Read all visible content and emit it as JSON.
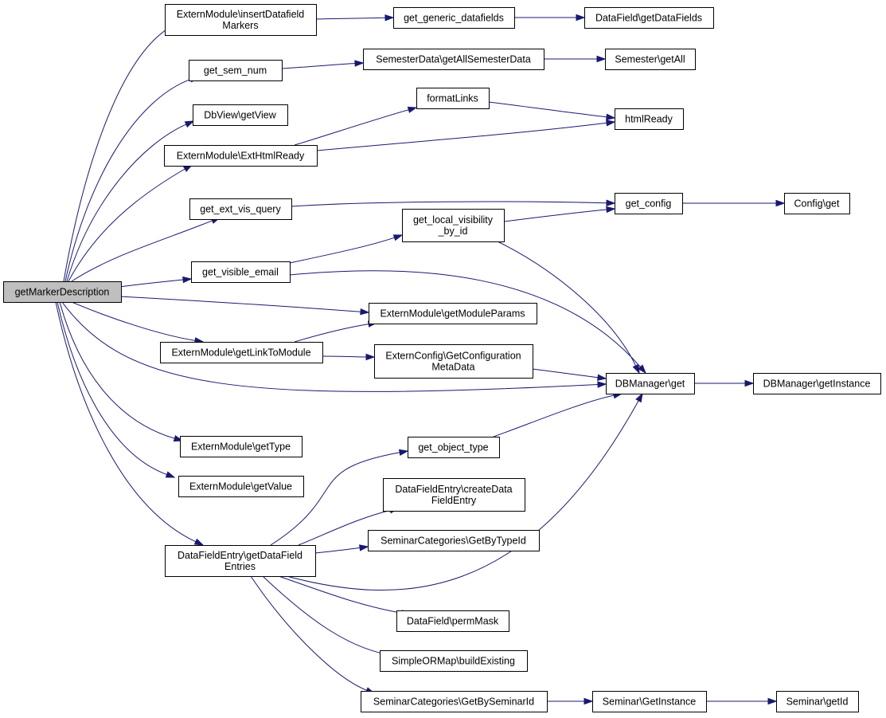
{
  "diagram": {
    "type": "call-graph",
    "colors": {
      "edge": "#191970",
      "root_fill": "#bfbfbf",
      "node_fill": "#ffffff",
      "border": "#000000"
    },
    "nodes": [
      {
        "id": "root",
        "lines": [
          "getMarkerDescription"
        ],
        "root": true
      },
      {
        "id": "n_insert",
        "lines": [
          "ExternModule\\insertDatafield",
          "Markers"
        ]
      },
      {
        "id": "n_semnum",
        "lines": [
          "get_sem_num"
        ]
      },
      {
        "id": "n_dbview",
        "lines": [
          "DbView\\getView"
        ]
      },
      {
        "id": "n_exthtml",
        "lines": [
          "ExternModule\\ExtHtmlReady"
        ]
      },
      {
        "id": "n_extvis",
        "lines": [
          "get_ext_vis_query"
        ]
      },
      {
        "id": "n_visemail",
        "lines": [
          "get_visible_email"
        ]
      },
      {
        "id": "n_linkmod",
        "lines": [
          "ExternModule\\getLinkToModule"
        ]
      },
      {
        "id": "n_gettype",
        "lines": [
          "ExternModule\\getType"
        ]
      },
      {
        "id": "n_getvalue",
        "lines": [
          "ExternModule\\getValue"
        ]
      },
      {
        "id": "n_dfentries",
        "lines": [
          "DataFieldEntry\\getDataField",
          "Entries"
        ]
      },
      {
        "id": "n_generic",
        "lines": [
          "get_generic_datafields"
        ]
      },
      {
        "id": "n_semdata",
        "lines": [
          "SemesterData\\getAllSemesterData"
        ]
      },
      {
        "id": "n_formatlinks",
        "lines": [
          "formatLinks"
        ]
      },
      {
        "id": "n_localvis",
        "lines": [
          "get_local_visibility",
          "_by_id"
        ]
      },
      {
        "id": "n_modparams",
        "lines": [
          "ExternModule\\getModuleParams"
        ]
      },
      {
        "id": "n_extconfig",
        "lines": [
          "ExternConfig\\GetConfiguration",
          "MetaData"
        ]
      },
      {
        "id": "n_objtype",
        "lines": [
          "get_object_type"
        ]
      },
      {
        "id": "n_createdf",
        "lines": [
          "DataFieldEntry\\createData",
          "FieldEntry"
        ]
      },
      {
        "id": "n_semcatbytype",
        "lines": [
          "SeminarCategories\\GetByTypeId"
        ]
      },
      {
        "id": "n_permmask",
        "lines": [
          "DataField\\permMask"
        ]
      },
      {
        "id": "n_buildexist",
        "lines": [
          "SimpleORMap\\buildExisting"
        ]
      },
      {
        "id": "n_semcatbysem",
        "lines": [
          "SeminarCategories\\GetBySeminarId"
        ]
      },
      {
        "id": "n_dfgetdf",
        "lines": [
          "DataField\\getDataFields"
        ]
      },
      {
        "id": "n_semgetall",
        "lines": [
          "Semester\\getAll"
        ]
      },
      {
        "id": "n_htmlready",
        "lines": [
          "htmlReady"
        ]
      },
      {
        "id": "n_getconfig",
        "lines": [
          "get_config"
        ]
      },
      {
        "id": "n_dbget",
        "lines": [
          "DBManager\\get"
        ]
      },
      {
        "id": "n_seminst",
        "lines": [
          "Seminar\\GetInstance"
        ]
      },
      {
        "id": "n_configget",
        "lines": [
          "Config\\get"
        ]
      },
      {
        "id": "n_dbinst",
        "lines": [
          "DBManager\\getInstance"
        ]
      },
      {
        "id": "n_semgetid",
        "lines": [
          "Seminar\\getId"
        ]
      }
    ],
    "edges": [
      {
        "from": "root",
        "to": "n_insert"
      },
      {
        "from": "root",
        "to": "n_semnum"
      },
      {
        "from": "root",
        "to": "n_dbview"
      },
      {
        "from": "root",
        "to": "n_exthtml"
      },
      {
        "from": "root",
        "to": "n_extvis"
      },
      {
        "from": "root",
        "to": "n_visemail"
      },
      {
        "from": "root",
        "to": "n_modparams"
      },
      {
        "from": "root",
        "to": "n_linkmod"
      },
      {
        "from": "root",
        "to": "n_dbget"
      },
      {
        "from": "root",
        "to": "n_gettype"
      },
      {
        "from": "root",
        "to": "n_getvalue"
      },
      {
        "from": "root",
        "to": "n_dfentries"
      },
      {
        "from": "n_insert",
        "to": "n_generic"
      },
      {
        "from": "n_generic",
        "to": "n_dfgetdf"
      },
      {
        "from": "n_semnum",
        "to": "n_semdata"
      },
      {
        "from": "n_semdata",
        "to": "n_semgetall"
      },
      {
        "from": "n_exthtml",
        "to": "n_formatlinks"
      },
      {
        "from": "n_exthtml",
        "to": "n_htmlready"
      },
      {
        "from": "n_formatlinks",
        "to": "n_htmlready"
      },
      {
        "from": "n_extvis",
        "to": "n_getconfig"
      },
      {
        "from": "n_getconfig",
        "to": "n_configget"
      },
      {
        "from": "n_visemail",
        "to": "n_localvis"
      },
      {
        "from": "n_visemail",
        "to": "n_dbget"
      },
      {
        "from": "n_localvis",
        "to": "n_getconfig"
      },
      {
        "from": "n_localvis",
        "to": "n_dbget"
      },
      {
        "from": "n_linkmod",
        "to": "n_modparams"
      },
      {
        "from": "n_linkmod",
        "to": "n_extconfig"
      },
      {
        "from": "n_extconfig",
        "to": "n_dbget"
      },
      {
        "from": "n_dbget",
        "to": "n_dbinst"
      },
      {
        "from": "n_dfentries",
        "to": "n_objtype"
      },
      {
        "from": "n_dfentries",
        "to": "n_createdf"
      },
      {
        "from": "n_dfentries",
        "to": "n_semcatbytype"
      },
      {
        "from": "n_dfentries",
        "to": "n_dbget"
      },
      {
        "from": "n_dfentries",
        "to": "n_permmask"
      },
      {
        "from": "n_dfentries",
        "to": "n_buildexist"
      },
      {
        "from": "n_dfentries",
        "to": "n_semcatbysem"
      },
      {
        "from": "n_objtype",
        "to": "n_dbget"
      },
      {
        "from": "n_semcatbysem",
        "to": "n_seminst"
      },
      {
        "from": "n_seminst",
        "to": "n_semgetid"
      }
    ]
  }
}
